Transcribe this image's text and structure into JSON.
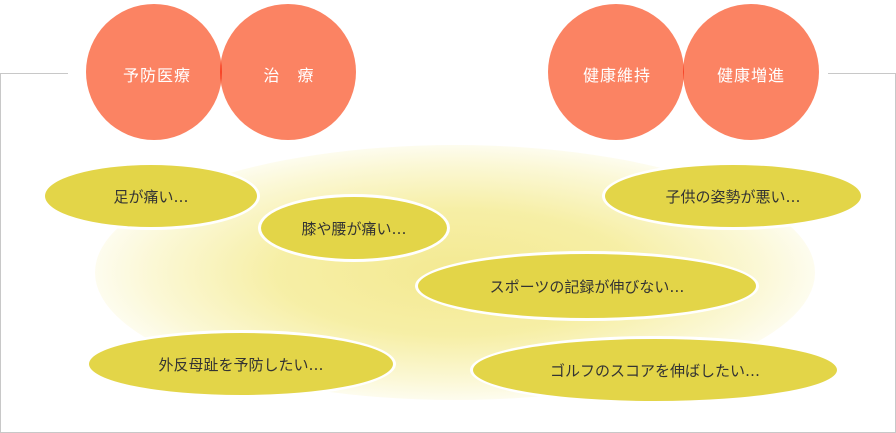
{
  "circles": {
    "prevention": "予防医療",
    "treatment": "治　療",
    "maintenance": "健康維持",
    "promotion": "健康増進"
  },
  "concerns": {
    "foot": "足が痛い…",
    "knee": "膝や腰が痛い…",
    "child": "子供の姿勢が悪い…",
    "sports": "スポーツの記録が伸びない…",
    "hallux": "外反母趾を予防したい…",
    "golf": "ゴルフのスコアを伸ばしたい…"
  },
  "colors": {
    "circle": "#fb8363",
    "pill": "#e3d548",
    "glow": "#f3e88c",
    "frame": "#c8c8c8"
  }
}
